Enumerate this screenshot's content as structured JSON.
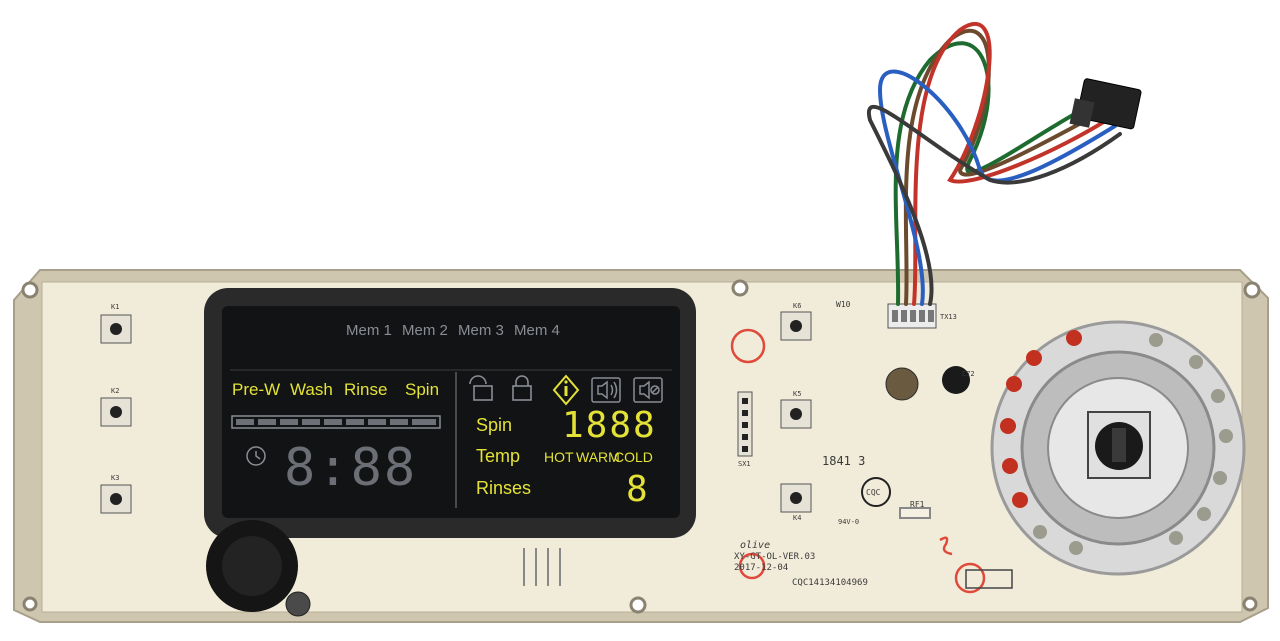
{
  "display": {
    "mem_labels": [
      "Mem 1",
      "Mem 2",
      "Mem 3",
      "Mem 4"
    ],
    "phase_labels": [
      "Pre-W",
      "Wash",
      "Rinse",
      "Spin"
    ],
    "time_readout": "8:88",
    "spin_label": "Spin",
    "spin_readout": "1888",
    "temp_label": "Temp",
    "temp_options": [
      "HOT",
      "WARM",
      "COLD"
    ],
    "rinses_label": "Rinses",
    "rinses_readout": "8"
  },
  "board_markings": {
    "keys": [
      "K1",
      "K2",
      "K3",
      "K4",
      "K5",
      "K6"
    ],
    "w10": "W10",
    "tx13": "TX13",
    "sx1": "SX1",
    "batch": "1841 3",
    "cqc_logo": "CQC",
    "version": "XY-GT-OL-VER.03",
    "date": "2017-12-04",
    "serial": "CQC14134104969",
    "rf1": "RF1",
    "c72": "C72",
    "brand": "olive",
    "rating": "94V-0"
  },
  "colors": {
    "board": "#f1ecda",
    "frame": "#cfc6b0",
    "lcd": "#121314",
    "amber": "#e4e237"
  }
}
